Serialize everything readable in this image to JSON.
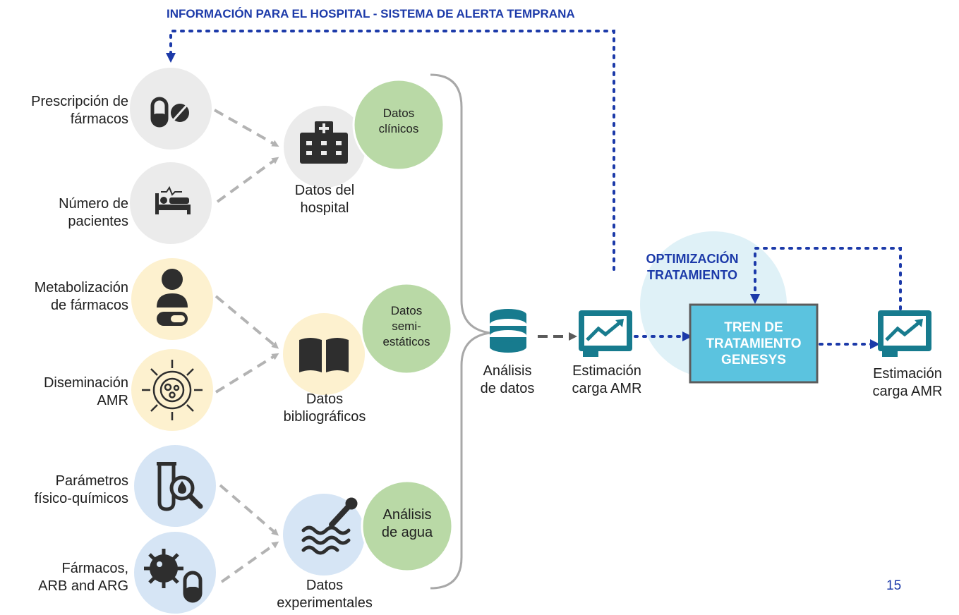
{
  "header": {
    "alert_title": "INFORMACIÓN PARA EL HOSPITAL - SISTEMA DE ALERTA TEMPRANA"
  },
  "inputs": [
    {
      "line1": "Prescripción de",
      "line2": "fármacos",
      "icon": "pill-icon"
    },
    {
      "line1": "Número de",
      "line2": "pacientes",
      "icon": "patient-bed-icon"
    },
    {
      "line1": "Metabolización",
      "line2": "de fármacos",
      "icon": "person-pill-icon"
    },
    {
      "line1": "Diseminación",
      "line2": "AMR",
      "icon": "virus-spread-icon"
    },
    {
      "line1": "Parámetros",
      "line2": "físico-químicos",
      "icon": "test-tube-search-icon"
    },
    {
      "line1": "Fármacos,",
      "line2": "ARB and ARG",
      "icon": "bacteria-pill-icon"
    }
  ],
  "groups": [
    {
      "label1": "Datos del",
      "label2": "hospital",
      "badge1": "Datos",
      "badge2": "clínicos",
      "icon": "hospital-icon"
    },
    {
      "label1": "Datos",
      "label2": "bibliográficos",
      "badge1": "Datos",
      "badge2": "semi-",
      "badge3": "estáticos",
      "icon": "book-icon"
    },
    {
      "label1": "Datos",
      "label2": "experimentales",
      "badge1": "Análisis",
      "badge2": "de agua",
      "icon": "water-sample-icon"
    }
  ],
  "analysis": {
    "line1": "Análisis",
    "line2": "de datos",
    "icon": "database-icon"
  },
  "estimate1": {
    "line1": "Estimación",
    "line2": "carga AMR",
    "icon": "trend-chart-icon"
  },
  "optimization": {
    "line1": "OPTIMIZACIÓN",
    "line2": "TRATAMIENTO"
  },
  "treatment_box": {
    "line1": "TREN DE",
    "line2": "TRATAMIENTO",
    "line3": "GENESYS"
  },
  "estimate2": {
    "line1": "Estimación",
    "line2": "carga AMR",
    "icon": "trend-chart-icon"
  },
  "page_number": "15",
  "colors": {
    "gray_circle": "#ebebeb",
    "yellow_circle": "#fdf1cf",
    "blue_circle": "#d6e5f5",
    "green_badge": "#b9d9a6",
    "teal": "#177b8e",
    "box_fill": "#5bc3df",
    "dotted_blue": "#1c3aa9",
    "dashed_gray": "#b3b3b3"
  }
}
